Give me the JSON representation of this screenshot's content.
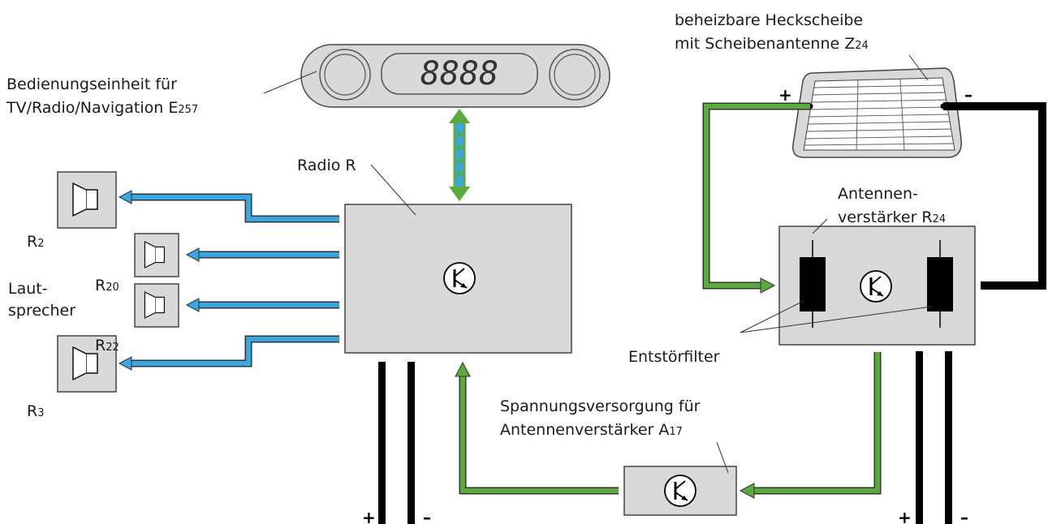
{
  "labels": {
    "control_unit": [
      "Bedienungseinheit für",
      "TV/Radio/Navigation E",
      "257"
    ],
    "display": "8888",
    "radio": "Radio R",
    "rear_window": [
      "beheizbare Heckscheibe",
      "mit Scheibenantenne Z",
      "24"
    ],
    "amplifier": [
      "Antennen-",
      "verstärker R",
      "24"
    ],
    "filter": "Entstörfilter",
    "power_supply": [
      "Spannungsversorgung für",
      "Antennenverstärker A",
      "17"
    ],
    "speakers_title": [
      "Laut-",
      "sprecher"
    ],
    "speaker_r2": [
      "R",
      "2"
    ],
    "speaker_r20": [
      "R",
      "20"
    ],
    "speaker_r22": [
      "R",
      "22"
    ],
    "speaker_r3": [
      "R",
      "3"
    ]
  },
  "terminals": {
    "plus": "+",
    "minus": "–"
  },
  "colors": {
    "audio_signal": "#3aa8e0",
    "antenna_signal": "#5aaa3c",
    "power": "#000000",
    "component_fill": "#d9d9d9"
  },
  "icons": {
    "transistor": "transistor-icon",
    "speaker": "speaker-icon",
    "filter": "filter-block"
  }
}
